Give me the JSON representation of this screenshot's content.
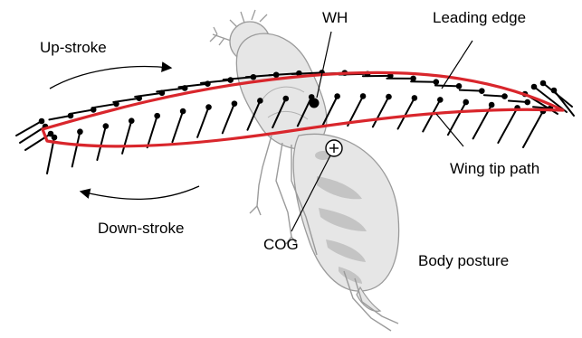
{
  "labels": {
    "up_stroke": "Up-stroke",
    "down_stroke": "Down-stroke",
    "wh": "WH",
    "leading_edge": "Leading edge",
    "wing_tip_path": "Wing tip path",
    "cog": "COG",
    "body_posture": "Body posture"
  },
  "colors": {
    "wing_tip_path": "#d9262c",
    "body_fill": "#e6e6e6",
    "body_stroke": "#9b9b9b",
    "body_shade": "#b9b9b9"
  }
}
